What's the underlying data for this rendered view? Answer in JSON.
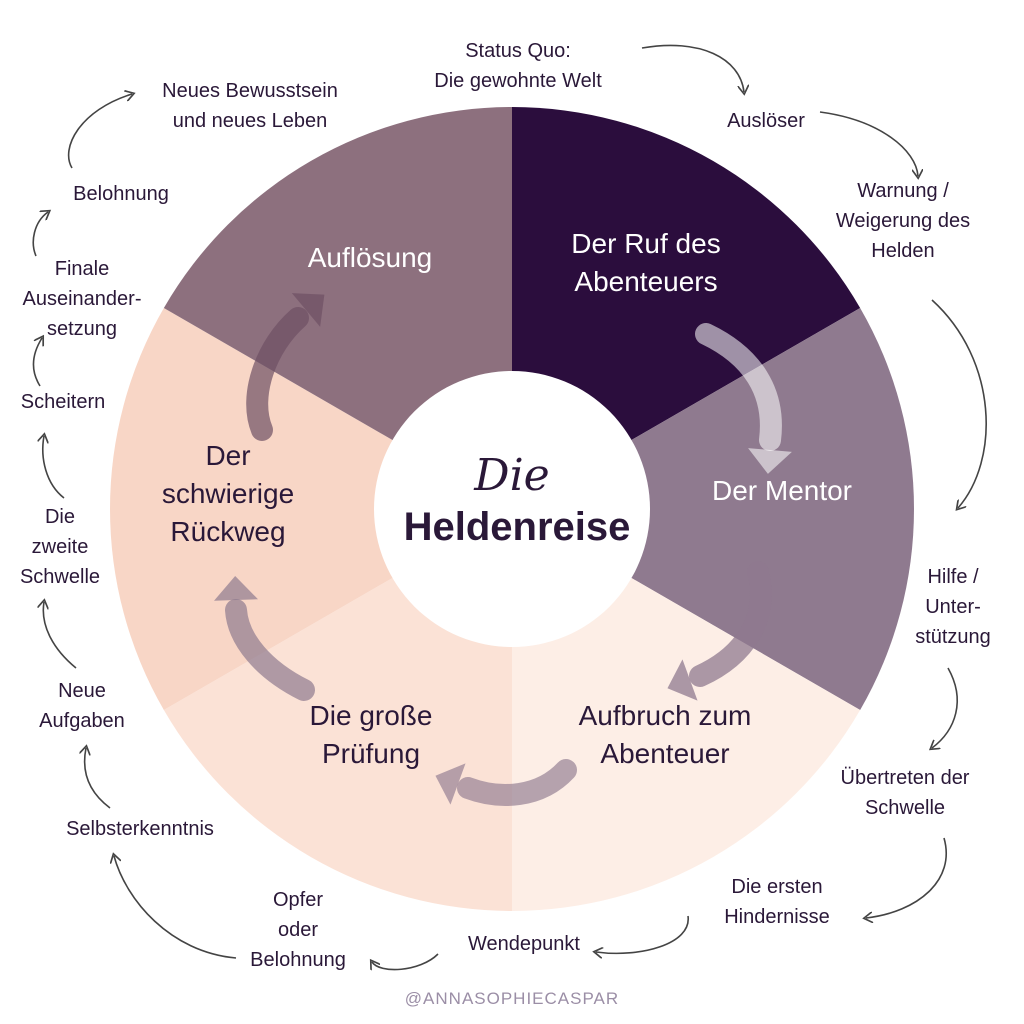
{
  "center": {
    "script": "Die",
    "title": "Heldenreise"
  },
  "segments": [
    {
      "lines": [
        "Der Ruf des",
        "Abenteuers"
      ],
      "color": "#2b0d3d",
      "text": "light"
    },
    {
      "lines": [
        "Der Mentor"
      ],
      "color": "#8f7a8f",
      "text": "light"
    },
    {
      "lines": [
        "Aufbruch zum",
        "Abenteuer"
      ],
      "color": "#fdeee6",
      "text": "dark"
    },
    {
      "lines": [
        "Die große",
        "Prüfung"
      ],
      "color": "#fbe2d6",
      "text": "dark"
    },
    {
      "lines": [
        "Der",
        "schwierige",
        "Rückweg"
      ],
      "color": "#f8d6c6",
      "text": "dark"
    },
    {
      "lines": [
        "Auflösung"
      ],
      "color": "#8d707e",
      "text": "light"
    }
  ],
  "outer_labels": [
    {
      "lines": [
        "Status Quo:",
        "Die gewohnte Welt"
      ]
    },
    {
      "lines": [
        "Auslöser"
      ]
    },
    {
      "lines": [
        "Warnung /",
        "Weigerung des",
        "Helden"
      ]
    },
    {
      "lines": [
        "Hilfe /",
        "Unter-",
        "stützung"
      ]
    },
    {
      "lines": [
        "Übertreten der",
        "Schwelle"
      ]
    },
    {
      "lines": [
        "Die ersten",
        "Hindernisse"
      ]
    },
    {
      "lines": [
        "Wendepunkt"
      ]
    },
    {
      "lines": [
        "Opfer",
        "oder",
        "Belohnung"
      ]
    },
    {
      "lines": [
        "Selbsterkenntnis"
      ]
    },
    {
      "lines": [
        "Neue",
        "Aufgaben"
      ]
    },
    {
      "lines": [
        "Die",
        "zweite",
        "Schwelle"
      ]
    },
    {
      "lines": [
        "Scheitern"
      ]
    },
    {
      "lines": [
        "Finale",
        "Auseinander-",
        "setzung"
      ]
    },
    {
      "lines": [
        "Belohnung"
      ]
    },
    {
      "lines": [
        "Neues Bewusstsein",
        "und neues Leben"
      ]
    }
  ],
  "credit": "@ANNASOPHIECASPAR"
}
